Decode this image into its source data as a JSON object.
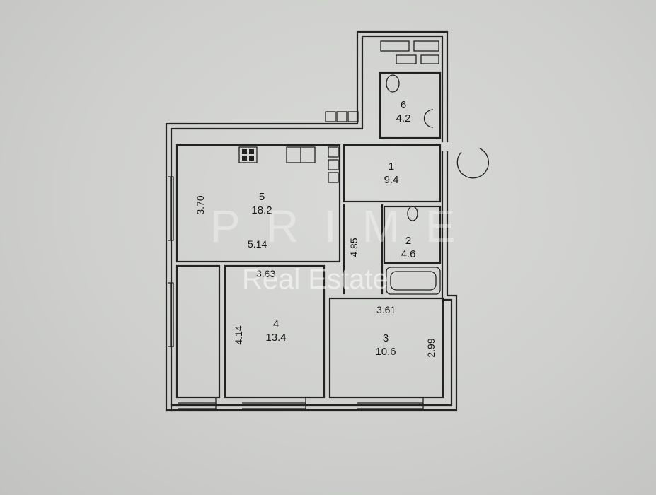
{
  "rooms": [
    {
      "id": "room-1",
      "number": "1",
      "area": "9.4"
    },
    {
      "id": "room-2",
      "number": "2",
      "area": "4.6"
    },
    {
      "id": "room-3",
      "number": "3",
      "area": "10.6"
    },
    {
      "id": "room-4",
      "number": "4",
      "area": "13.4"
    },
    {
      "id": "room-5",
      "number": "5",
      "area": "18.2"
    },
    {
      "id": "room-6",
      "number": "6",
      "area": "4.2"
    }
  ],
  "dimensions": {
    "d370": "3.70",
    "d514": "5.14",
    "d485": "4.85",
    "d363": "3.63",
    "d361": "3.61",
    "d414": "4.14",
    "d299": "2.99"
  },
  "watermark": {
    "brand": "PRIME",
    "sub": "Real Estate"
  }
}
